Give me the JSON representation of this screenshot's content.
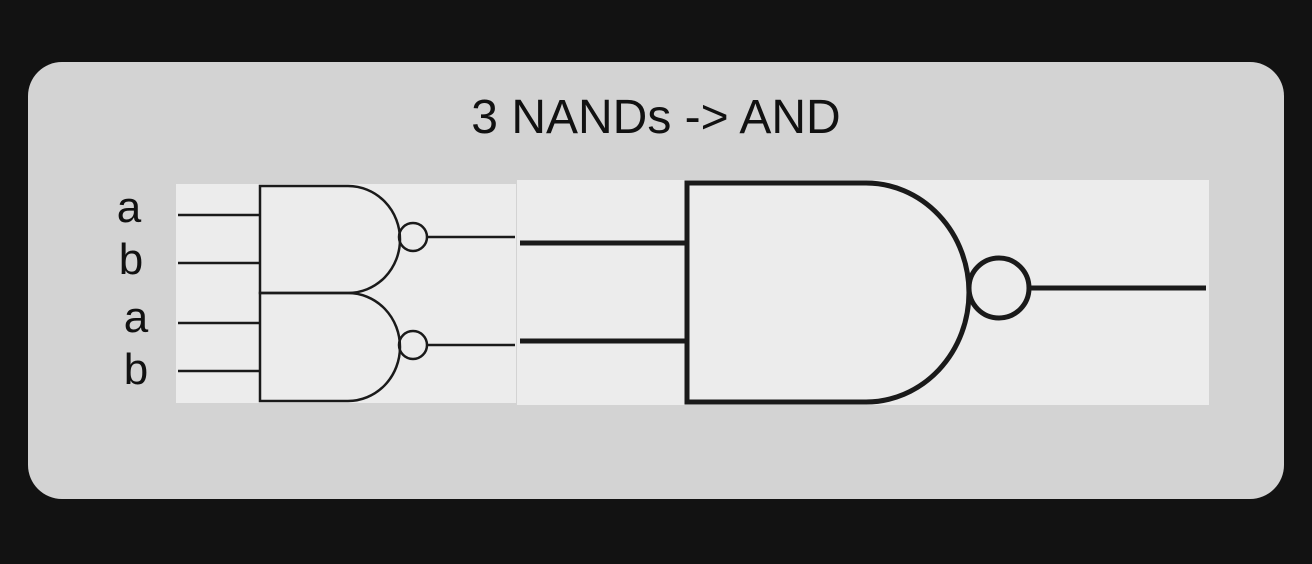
{
  "diagram": {
    "title": "3 NANDs -> AND",
    "inputs": [
      {
        "label": "a"
      },
      {
        "label": "b"
      },
      {
        "label": "a"
      },
      {
        "label": "b"
      }
    ],
    "gates": [
      {
        "id": "nand-1",
        "type": "NAND",
        "inputs": [
          "a",
          "b"
        ]
      },
      {
        "id": "nand-2",
        "type": "NAND",
        "inputs": [
          "a",
          "b"
        ]
      },
      {
        "id": "nand-3",
        "type": "NAND",
        "inputs": [
          "nand-1",
          "nand-2"
        ]
      }
    ]
  },
  "colors": {
    "background": "#121212",
    "card": "#d3d3d3",
    "panel": "#ececec",
    "stroke": "#1a1a1a"
  }
}
